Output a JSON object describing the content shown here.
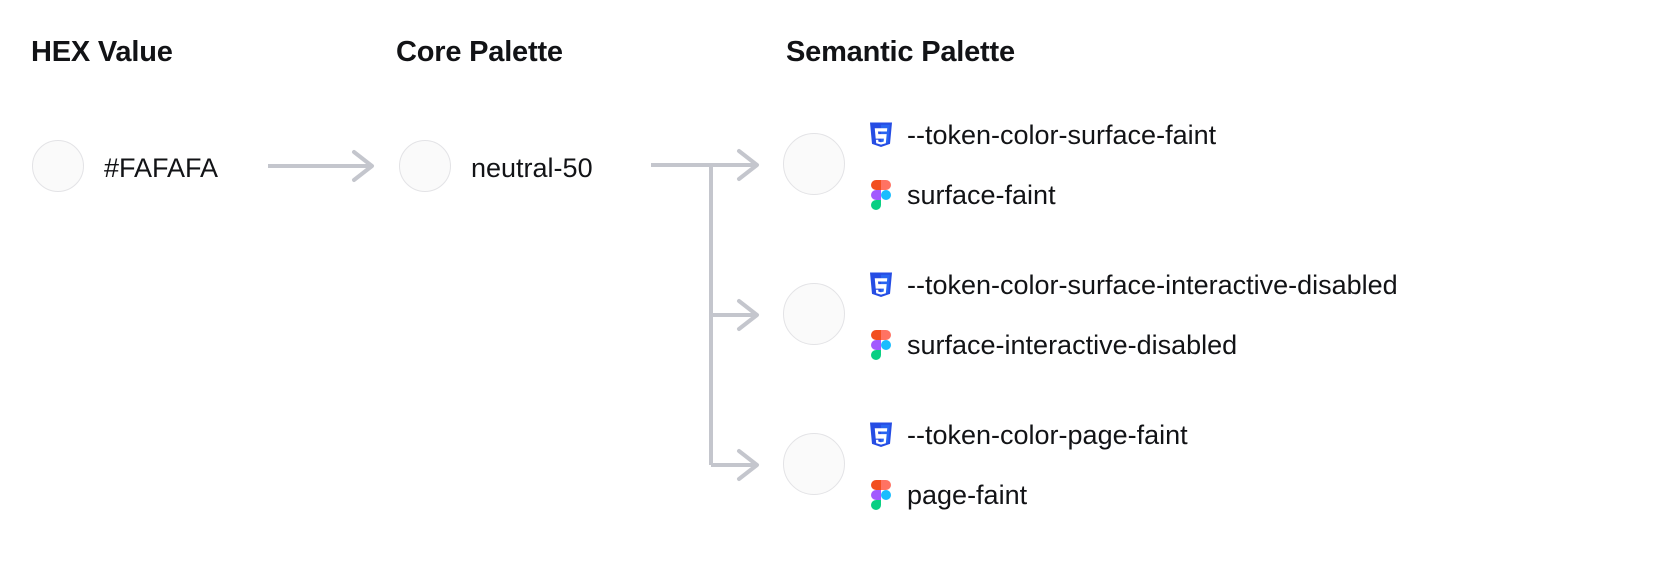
{
  "headings": {
    "hex": "HEX Value",
    "core": "Core Palette",
    "semantic": "Semantic Palette"
  },
  "hex": {
    "value": "#FAFAFA",
    "swatch_color": "#FAFAFA"
  },
  "core": {
    "value": "neutral-50",
    "swatch_color": "#FAFAFA"
  },
  "semantic": {
    "rows": [
      {
        "swatch_color": "#FAFAFA",
        "css_icon": "css3-icon",
        "css_token": "--token-color-surface-faint",
        "figma_icon": "figma-icon",
        "figma_token": "surface-faint"
      },
      {
        "swatch_color": "#FAFAFA",
        "css_icon": "css3-icon",
        "css_token": "--token-color-surface-interactive-disabled",
        "figma_icon": "figma-icon",
        "figma_token": "surface-interactive-disabled"
      },
      {
        "swatch_color": "#FAFAFA",
        "css_icon": "css3-icon",
        "css_token": "--token-color-page-faint",
        "figma_icon": "figma-icon",
        "figma_token": "page-faint"
      }
    ]
  },
  "colors": {
    "text": "#121316",
    "connector": "#C4C6CD",
    "swatch_border": "#E3E3E6",
    "css_blue": "#264DE4",
    "css_blue_light": "#2965F1",
    "figma_red": "#F24E1E",
    "figma_orange": "#FF7262",
    "figma_purple": "#A259FF",
    "figma_blue": "#1ABCFE",
    "figma_green": "#0ACF83",
    "background": "#FFFFFF"
  }
}
